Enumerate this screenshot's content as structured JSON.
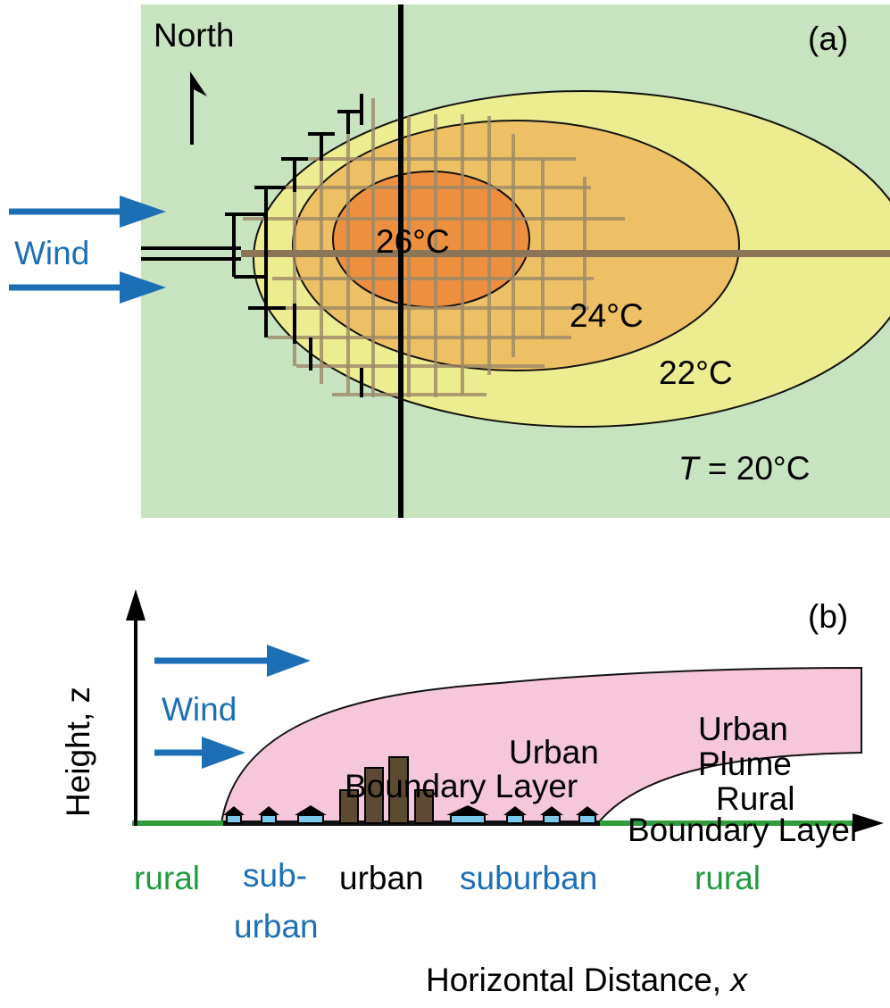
{
  "panel_a": {
    "label": "(a)",
    "north_label": "North",
    "wind_label": "Wind",
    "isotherms": [
      {
        "label": "26°C",
        "temperature_c": 26
      },
      {
        "label": "24°C",
        "temperature_c": 24
      },
      {
        "label": "22°C",
        "temperature_c": 22
      }
    ],
    "background_label": {
      "symbol": "T",
      "value": " = 20°C"
    }
  },
  "panel_b": {
    "label": "(b)",
    "wind_label": "Wind",
    "y_axis_label": "Height, z",
    "x_axis_label": {
      "text": "Horizontal Distance, ",
      "symbol": "x"
    },
    "urban_boundary_layer": [
      "Urban",
      "Boundary Layer"
    ],
    "urban_plume": [
      "Urban",
      "Plume"
    ],
    "rural_boundary_layer": [
      "Rural",
      "Boundary Layer"
    ],
    "zones": [
      {
        "lines": [
          "rural"
        ]
      },
      {
        "lines": [
          "sub-",
          "urban"
        ]
      },
      {
        "lines": [
          "urban"
        ]
      },
      {
        "lines": [
          "suburban"
        ]
      },
      {
        "lines": [
          "rural"
        ]
      }
    ]
  },
  "colors": {
    "background_green": "#c7e3c0",
    "isotherm_22": "#ecec90",
    "isotherm_24": "#eec065",
    "isotherm_26": "#ec9040",
    "street_grid": "#9c8868",
    "wind_arrow": "#1d6fb5",
    "urban_layer_pink": "#f6c6da",
    "rural_ground": "#2e9e3c",
    "building": "#5c4a32",
    "house": "#7ac8ea",
    "suburban_text": "#1d6fb5",
    "rural_text": "#1f9a3c"
  },
  "icons": [
    "wind-arrow-icon",
    "north-arrow-icon",
    "house-icon",
    "building-icon"
  ]
}
